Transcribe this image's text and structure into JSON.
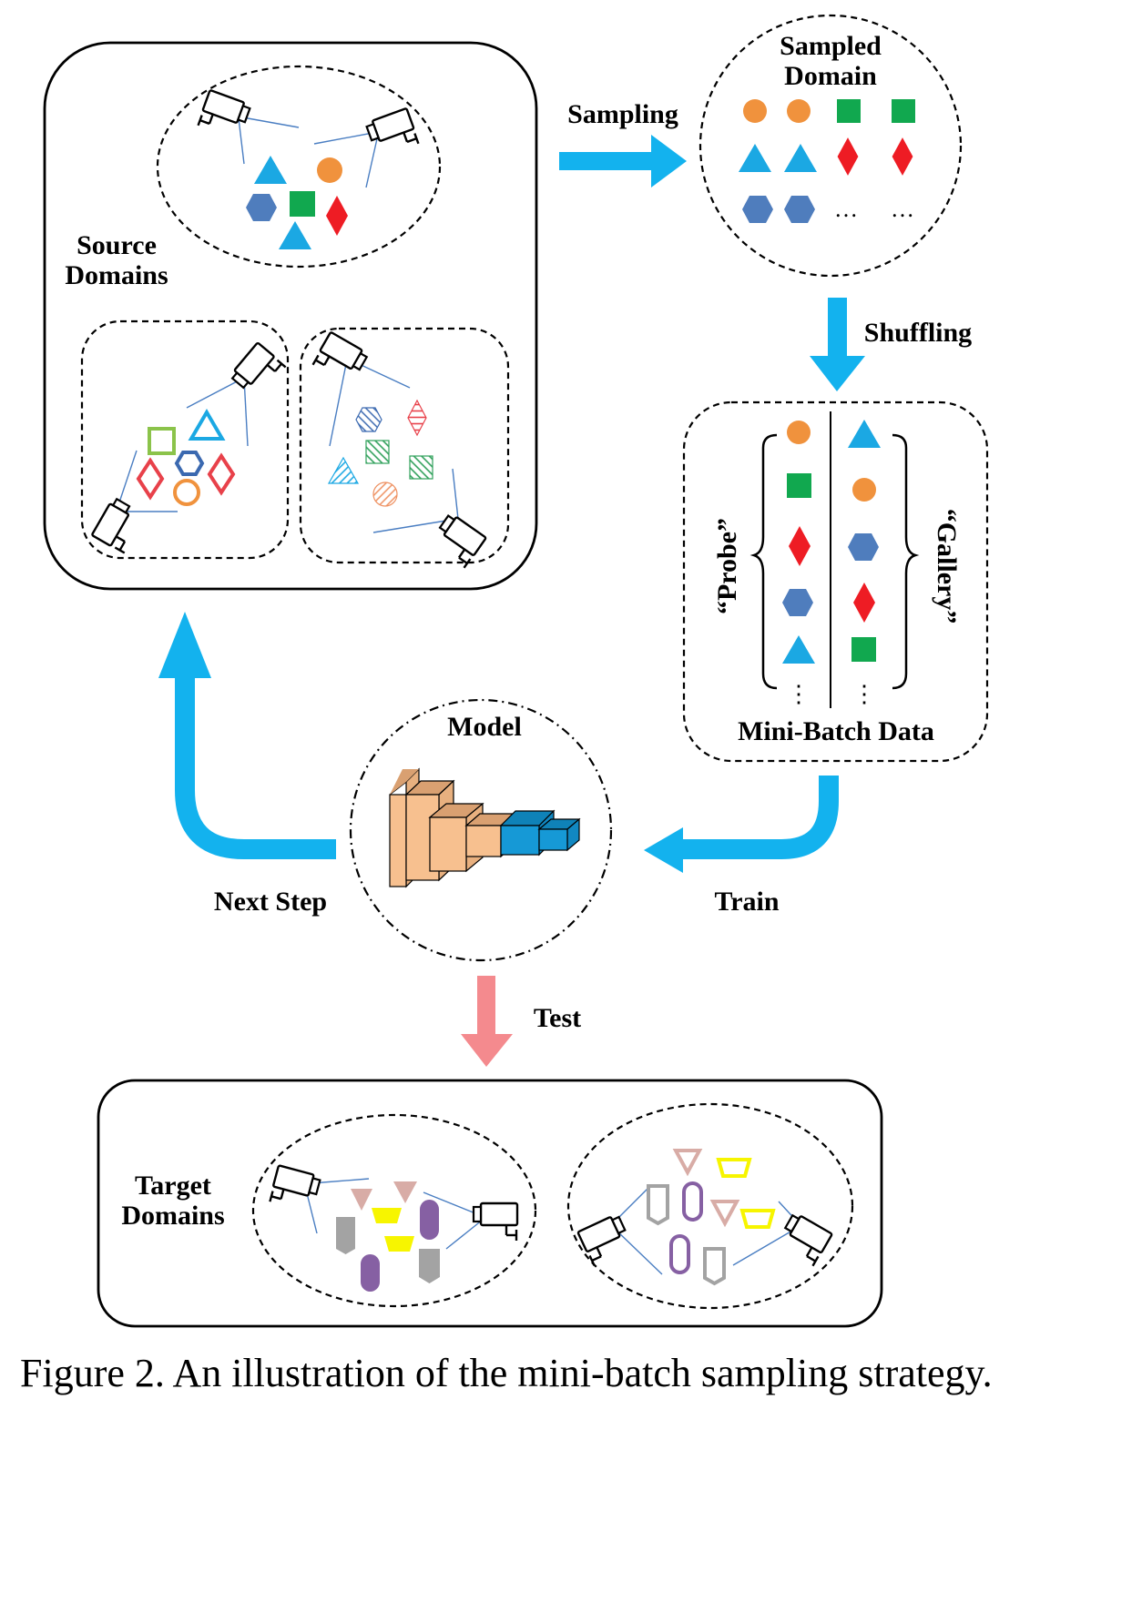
{
  "labels": {
    "source_line1": "Source",
    "source_line2": "Domains",
    "sampling": "Sampling",
    "sampled_line1": "Sampled",
    "sampled_line2": "Domain",
    "shuffling": "Shuffling",
    "probe": "“Probe”",
    "gallery": "“Gallery”",
    "mini_batch": "Mini-Batch Data",
    "model": "Model",
    "train": "Train",
    "next_step": "Next Step",
    "test": "Test",
    "target_line1": "Target",
    "target_line2": "Domains",
    "ellipsis": "…",
    "vdots": "⋮"
  },
  "caption": "Figure 2. An illustration of the mini-batch sampling strategy.",
  "colors": {
    "arrow_blue": "#13b2ee",
    "arrow_pink": "#f48a8e",
    "orange": "#f0923d",
    "green": "#11a84f",
    "red": "#ee1c24",
    "cyan": "#1ba8e3",
    "steel": "#4f7dbd",
    "lime": "#8bc34a",
    "hatch_red": "#e8414a",
    "hatch_green": "#2fa05a",
    "hatch_orange": "#ee9060",
    "hatch_blue": "#3b69b0",
    "tan": "#f7c08f",
    "model_blue": "#1699d6",
    "target_gray": "#a3a3a3",
    "target_yellow": "#f7f500",
    "target_purple": "#8660a3",
    "target_pink": "#d8aca6"
  },
  "icons": [
    "camera-icon",
    "triangle-icon",
    "circle-icon",
    "square-icon",
    "hexagon-icon",
    "diamond-icon",
    "badge-icon",
    "trapezoid-icon",
    "pill-icon",
    "cnn-model-icon",
    "arrow-icon"
  ]
}
